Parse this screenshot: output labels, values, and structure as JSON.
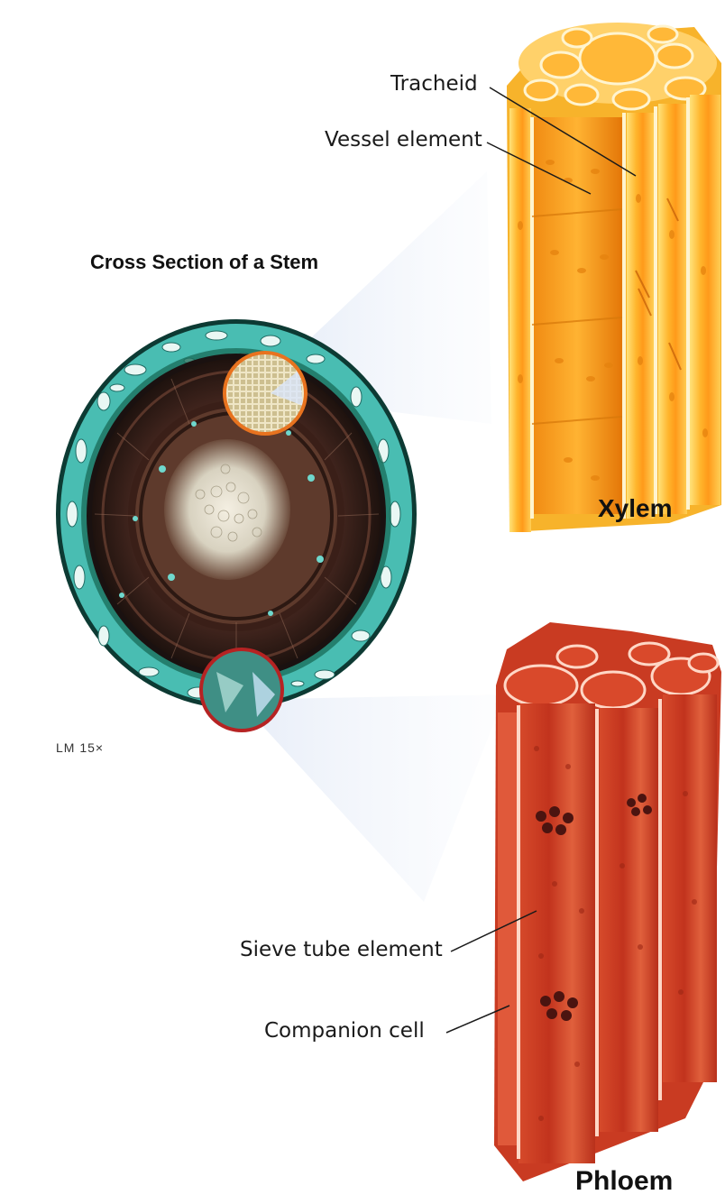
{
  "stem_section": {
    "title": "Cross Section of a Stem",
    "magnification": "LM 15×"
  },
  "xylem": {
    "title": "Xylem",
    "labels": {
      "tracheid": "Tracheid",
      "vessel_element": "Vessel element"
    }
  },
  "phloem": {
    "title": "Phloem",
    "labels": {
      "sieve_tube_element": "Sieve tube element",
      "companion_cell": "Companion cell"
    }
  },
  "colors": {
    "xylem": "#f5a51e",
    "xylem_light": "#ffd257",
    "phloem": "#c83a22",
    "phloem_light": "#ef7d5a",
    "cortex_teal": "#4cc3b8",
    "wood_brown": "#4d2a22",
    "xylem_circle": "#e8731f",
    "phloem_circle": "#b62323"
  }
}
